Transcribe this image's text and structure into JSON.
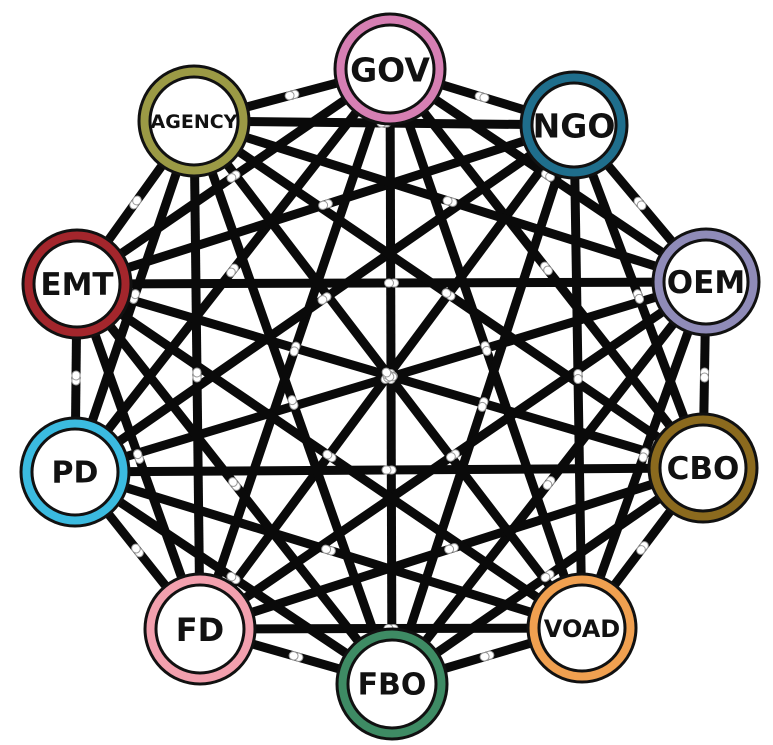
{
  "nodes": [
    {
      "id": "gov",
      "label": "GOV",
      "color": "#d67fb3"
    },
    {
      "id": "ngo",
      "label": "NGO",
      "color": "#1f6e8c"
    },
    {
      "id": "oem",
      "label": "OEM",
      "color": "#8f8bb8"
    },
    {
      "id": "cbo",
      "label": "CBO",
      "color": "#8b6a1e"
    },
    {
      "id": "voad",
      "label": "VOAD",
      "color": "#f0a050"
    },
    {
      "id": "fbo",
      "label": "FBO",
      "color": "#3e8b64"
    },
    {
      "id": "fd",
      "label": "FD",
      "color": "#f2a0ae"
    },
    {
      "id": "pd",
      "label": "PD",
      "color": "#3bbbe0"
    },
    {
      "id": "emt",
      "label": "EMT",
      "color": "#a3262c"
    },
    {
      "id": "agency",
      "label": "AGENCY",
      "color": "#9b9a45"
    }
  ],
  "connections": "all-to-all",
  "edge_color": "#0a0a0a",
  "link_icon": "chain-link-icon"
}
